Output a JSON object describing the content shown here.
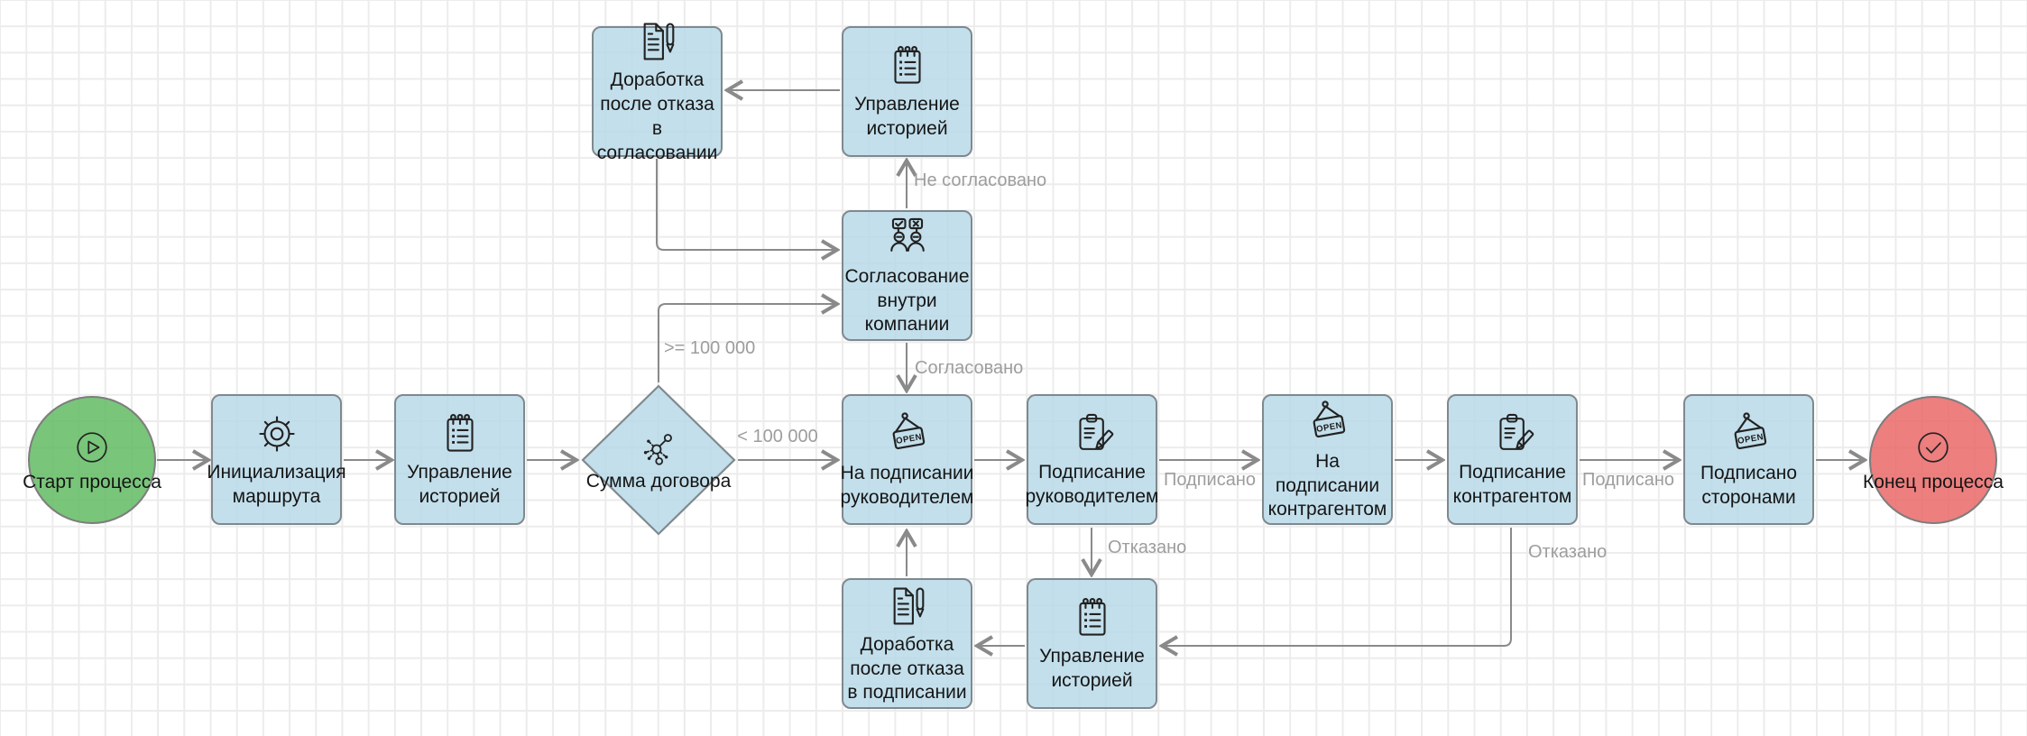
{
  "diagram": {
    "nodes": {
      "start": {
        "label": "Старт процесса",
        "type": "start-event"
      },
      "init_route": {
        "label": "Инициализация маршрута",
        "type": "task"
      },
      "history_main": {
        "label": "Управление историей",
        "type": "task"
      },
      "contract_sum": {
        "label": "Сумма договора",
        "type": "decision"
      },
      "approval": {
        "label": "Согласование внутри компании",
        "type": "task"
      },
      "rework_approval": {
        "label": "Доработка после отказа в согласовании",
        "type": "task"
      },
      "history_top": {
        "label": "Управление историей",
        "type": "task"
      },
      "sign_pending_head": {
        "label": "На подписании руководителем",
        "type": "task"
      },
      "signing_head": {
        "label": "Подписание руководителем",
        "type": "task"
      },
      "sign_pending_cp": {
        "label": "На подписании контрагентом",
        "type": "task"
      },
      "signing_cp": {
        "label": "Подписание контрагентом",
        "type": "task"
      },
      "signed_parties": {
        "label": "Подписано сторонами",
        "type": "task"
      },
      "end": {
        "label": "Конец процесса",
        "type": "end-event"
      },
      "rework_signing": {
        "label": "Доработка после отказа в подписании",
        "type": "task"
      },
      "history_bottom": {
        "label": "Управление историей",
        "type": "task"
      }
    },
    "edge_labels": {
      "gte": ">= 100 000",
      "lt": "< 100 000",
      "approved": "Согласовано",
      "not_approved": "Не согласовано",
      "signed_1": "Подписано",
      "signed_2": "Подписано",
      "rejected_1": "Отказано",
      "rejected_2": "Отказано"
    },
    "icons": {
      "open_sign_text": "OPEN"
    },
    "colors": {
      "task_fill": "#c3dfeb",
      "task_border": "#7f898e",
      "start_fill": "#7ec77f",
      "end_fill": "#ee8484",
      "connector": "#8a8a8a",
      "edge_label_text": "#9d9d9d",
      "grid_line": "#ececec"
    }
  }
}
